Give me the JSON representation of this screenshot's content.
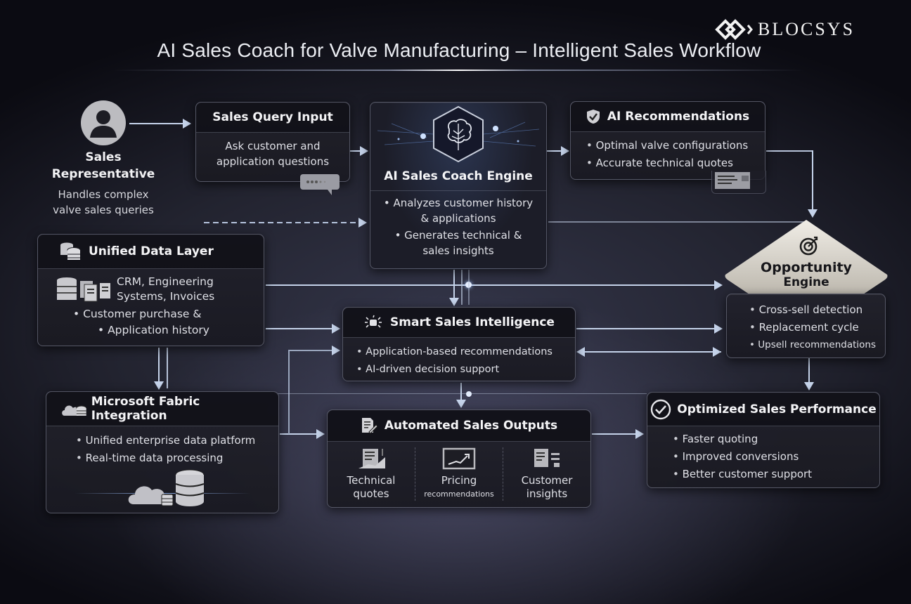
{
  "header": {
    "title": "AI Sales Coach for Valve Manufacturing – Intelligent Sales Workflow",
    "logo_text": "BLOCSYS"
  },
  "sales_rep": {
    "icon": "user-avatar-icon",
    "title_line1": "Sales",
    "title_line2": "Representative",
    "desc_line1": "Handles complex",
    "desc_line2": "valve sales queries"
  },
  "query_input": {
    "title": "Sales Query Input",
    "line1": "Ask customer and",
    "line2": "application questions",
    "icon": "chat-bubble-icon"
  },
  "engine": {
    "icon": "brain-hexagon-icon",
    "title": "AI Sales Coach Engine",
    "bullets": [
      {
        "line1": "Analyzes customer history",
        "line2": "& applications"
      },
      {
        "line1": "Generates technical &",
        "line2": "sales insights"
      }
    ]
  },
  "recommendations": {
    "icon": "shield-check-icon",
    "title": "AI Recommendations",
    "bullets": [
      "Optimal valve configurations",
      "Accurate technical quotes"
    ],
    "doc_icon": "document-card-icon"
  },
  "opportunity": {
    "icon": "target-icon",
    "title_line1": "Opportunity",
    "title_line2": "Engine",
    "bullets": [
      "Cross-sell detection",
      "Replacement cycle",
      "Upsell recommendations"
    ]
  },
  "data_layer": {
    "icon": "database-stack-icon",
    "title": "Unified Data Layer",
    "sources_line1": "CRM, Engineering",
    "sources_line2": "Systems, Invoices",
    "bullets": [
      "Customer purchase &",
      "Application history"
    ]
  },
  "smart_intel": {
    "icon": "idea-spark-icon",
    "title": "Smart Sales Intelligence",
    "bullets": [
      "Application-based recommendations",
      "AI-driven decision support"
    ]
  },
  "fabric": {
    "icon": "cloud-database-icon",
    "title": "Microsoft Fabric Integration",
    "bullets": [
      "Unified enterprise data platform",
      "Real-time data processing"
    ]
  },
  "outputs": {
    "icon": "document-edit-icon",
    "title": "Automated Sales Outputs",
    "items": [
      {
        "icon": "technical-quote-icon",
        "line1": "Technical",
        "line2": "quotes"
      },
      {
        "icon": "pricing-chart-icon",
        "line1": "Pricing",
        "line2": "recommendations"
      },
      {
        "icon": "customer-insights-icon",
        "line1": "Customer",
        "line2": "insights"
      }
    ]
  },
  "performance": {
    "icon": "check-circle-icon",
    "title": "Optimized Sales Performance",
    "bullets": [
      "Faster quoting",
      "Improved conversions",
      "Better customer support"
    ]
  },
  "colors": {
    "background": "#22232f",
    "card": "#1e1e28",
    "connector": "#c5d3ea",
    "text": "#e9eaf0",
    "opportunity_diamond": "#d9d6cf"
  }
}
